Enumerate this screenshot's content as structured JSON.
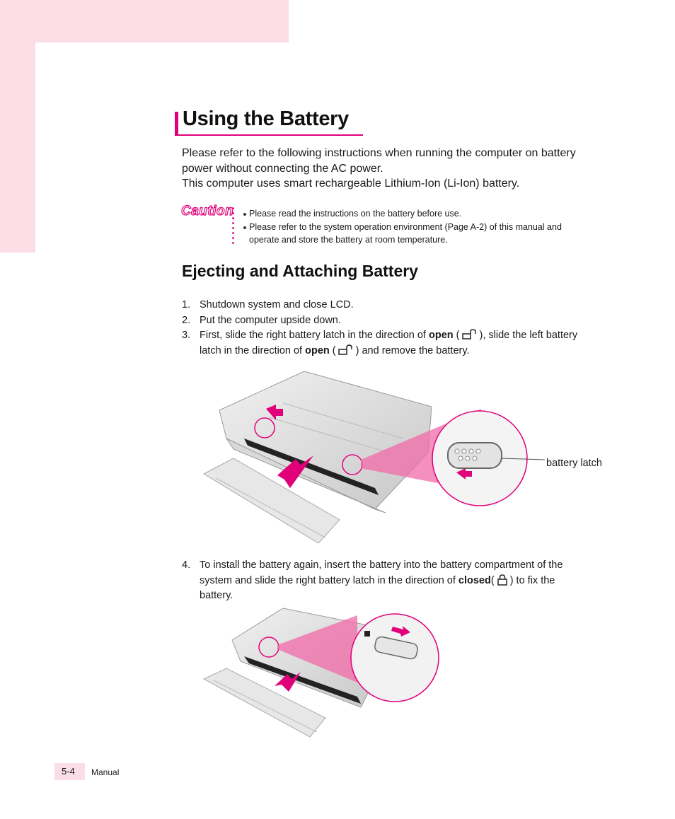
{
  "header": {
    "title": "Using the Battery"
  },
  "intro": {
    "line1": "Please refer to the following instructions when running the computer on battery power without connecting the AC power.",
    "line2": "This computer uses smart rechargeable Lithium-Ion (Li-Ion) battery."
  },
  "caution": {
    "label": "Caution",
    "items": [
      "Please read the instructions on the battery before use.",
      "Please refer to the system operation environment (Page A-2) of this manual and operate and store the battery at room temperature."
    ]
  },
  "section": {
    "title": "Ejecting and Attaching Battery"
  },
  "steps": {
    "s1": {
      "num": "1.",
      "text": "Shutdown system and close LCD."
    },
    "s2": {
      "num": "2.",
      "text": "Put the computer upside down."
    },
    "s3": {
      "num": "3.",
      "a": "First, slide the right battery latch in the direction of",
      "open": "open",
      "b": "), slide the left battery latch in the direction of",
      "c": ") and remove the battery."
    },
    "s4": {
      "num": "4.",
      "a": "To install the battery again, insert the battery into the battery compartment of the system and slide the right battery latch in the direction of",
      "closed": "closed",
      "b": ") to fix the battery."
    }
  },
  "figure1": {
    "callout": "battery latch"
  },
  "footer": {
    "page": "5-4",
    "label": "Manual"
  },
  "colors": {
    "accent": "#e0007a",
    "corner": "#fbdde6"
  },
  "icons": [
    "open-lock-icon",
    "closed-lock-icon",
    "arrow-icon"
  ]
}
